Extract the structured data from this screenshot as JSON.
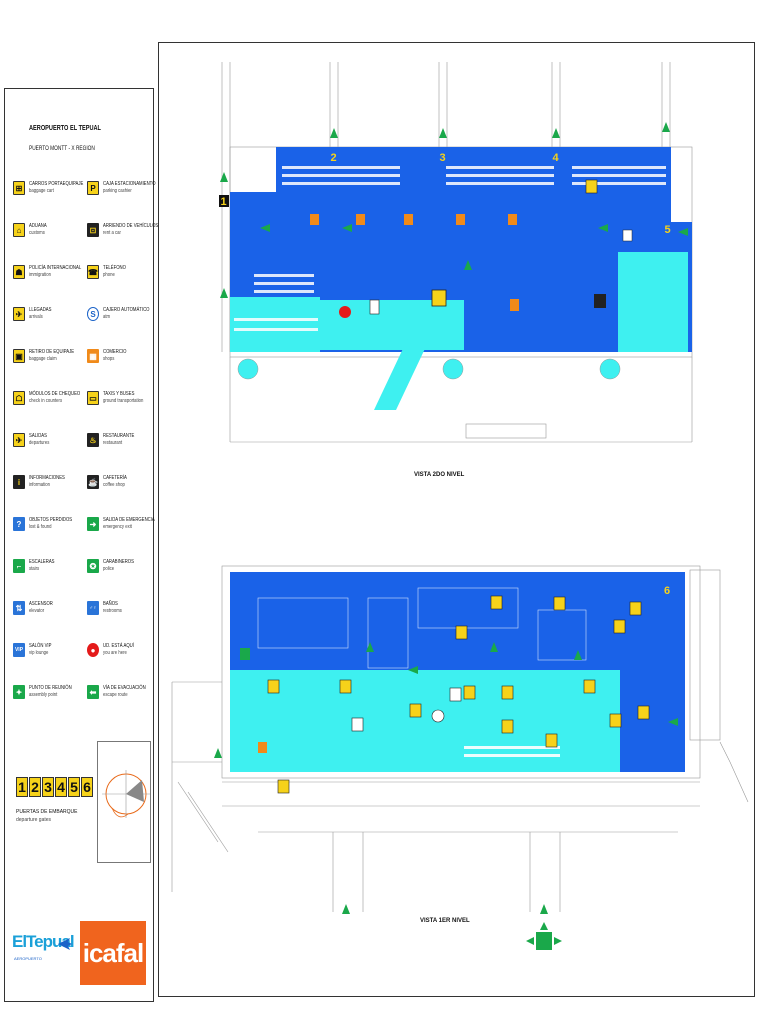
{
  "legend": {
    "title": "AEROPUERTO EL TEPUAL",
    "subtitle": "PUERTO MONTT - X REGIÓN",
    "items": [
      {
        "es": "CARROS PORTAEQUIPAJE",
        "en": "baggage cart",
        "icon": "baggage-cart-icon",
        "style": "yellow",
        "glyph": "⊞"
      },
      {
        "es": "CAJA ESTACIONAMIENTO",
        "en": "parking cashier",
        "icon": "parking-cashier-icon",
        "style": "yellow",
        "glyph": "P"
      },
      {
        "es": "ADUANA",
        "en": "customs",
        "icon": "customs-icon",
        "style": "yellow",
        "glyph": "⌂"
      },
      {
        "es": "ARRIENDO DE VEHÍCULOS",
        "en": "rent a car",
        "icon": "rent-a-car-icon",
        "style": "dark",
        "glyph": "⊡"
      },
      {
        "es": "POLICÍA INTERNACIONAL",
        "en": "immigration",
        "icon": "immigration-icon",
        "style": "yellow",
        "glyph": "☗"
      },
      {
        "es": "TELÉFONO",
        "en": "phone",
        "icon": "phone-icon",
        "style": "yellow",
        "glyph": "☎"
      },
      {
        "es": "LLEGADAS",
        "en": "arrivals",
        "icon": "arrivals-icon",
        "style": "yellow",
        "glyph": "✈"
      },
      {
        "es": "CAJERO AUTOMÁTICO",
        "en": "atm",
        "icon": "atm-icon",
        "style": "white",
        "glyph": "S"
      },
      {
        "es": "RETIRO DE EQUIPAJE",
        "en": "baggage claim",
        "icon": "baggage-claim-icon",
        "style": "yellow",
        "glyph": "▣"
      },
      {
        "es": "COMERCIO",
        "en": "shops",
        "icon": "shops-icon",
        "style": "orange",
        "glyph": "▦"
      },
      {
        "es": "MÓDULOS DE CHEQUEO",
        "en": "check in counters",
        "icon": "check-in-icon",
        "style": "yellow",
        "glyph": "☖"
      },
      {
        "es": "TAXIS Y BUSES",
        "en": "ground transportation",
        "icon": "taxi-bus-icon",
        "style": "yellow",
        "glyph": "▭"
      },
      {
        "es": "SALIDAS",
        "en": "departures",
        "icon": "departures-icon",
        "style": "yellow",
        "glyph": "✈"
      },
      {
        "es": "RESTAURANTE",
        "en": "restaurant",
        "icon": "restaurant-icon",
        "style": "dark",
        "glyph": "♨"
      },
      {
        "es": "INFORMACIONES",
        "en": "information",
        "icon": "information-icon",
        "style": "dark",
        "glyph": "i"
      },
      {
        "es": "CAFETERÍA",
        "en": "coffee shop",
        "icon": "coffee-shop-icon",
        "style": "dark",
        "glyph": "☕"
      },
      {
        "es": "OBJETOS PERDIDOS",
        "en": "lost & found",
        "icon": "lost-found-icon",
        "style": "blue",
        "glyph": "?"
      },
      {
        "es": "SALIDA DE EMERGENCIA",
        "en": "emergency exit",
        "icon": "emergency-exit-icon",
        "style": "green",
        "glyph": "➜"
      },
      {
        "es": "ESCALERAS",
        "en": "stairs",
        "icon": "stairs-icon",
        "style": "green",
        "glyph": "⌐"
      },
      {
        "es": "CARABINEROS",
        "en": "police",
        "icon": "police-icon",
        "style": "green",
        "glyph": "✪"
      },
      {
        "es": "ASCENSOR",
        "en": "elevator",
        "icon": "elevator-icon",
        "style": "blue",
        "glyph": "⇅"
      },
      {
        "es": "BAÑOS",
        "en": "restrooms",
        "icon": "restrooms-icon",
        "style": "blue",
        "glyph": "♂♀"
      },
      {
        "es": "SALÓN VIP",
        "en": "vip lounge",
        "icon": "vip-lounge-icon",
        "style": "blue",
        "glyph": "VIP"
      },
      {
        "es": "UD. ESTÁ AQUÍ",
        "en": "you are here",
        "icon": "you-are-here-icon",
        "style": "red",
        "glyph": "●"
      },
      {
        "es": "PUNTO DE REUNIÓN",
        "en": "assembly point",
        "icon": "assembly-point-icon",
        "style": "green",
        "glyph": "✦"
      },
      {
        "es": "VÍA DE EVACUACIÓN",
        "en": "escape route",
        "icon": "escape-route-icon",
        "style": "green",
        "glyph": "⬅"
      }
    ],
    "gates": [
      "1",
      "2",
      "3",
      "4",
      "5",
      "6"
    ],
    "gates_label_es": "PUERTAS DE EMBARQUE",
    "gates_label_en": "departure gates"
  },
  "logos": {
    "tepual": "ElTepual",
    "tepual_sub": "AEROPUERTO",
    "icafal": "icafal"
  },
  "plan": {
    "upper_caption": "VISTA 2DO NIVEL",
    "lower_caption": "VISTA 1ER NIVEL",
    "upper_gates": [
      "1",
      "2",
      "3",
      "4",
      "5"
    ],
    "lower_gate": "6"
  },
  "colors": {
    "dark_blue": "#1a62e8",
    "cyan": "#3ef0f0",
    "yellow": "#f6d21a",
    "green": "#1aa84a",
    "orange": "#f08a1a",
    "red": "#e41a1a"
  }
}
